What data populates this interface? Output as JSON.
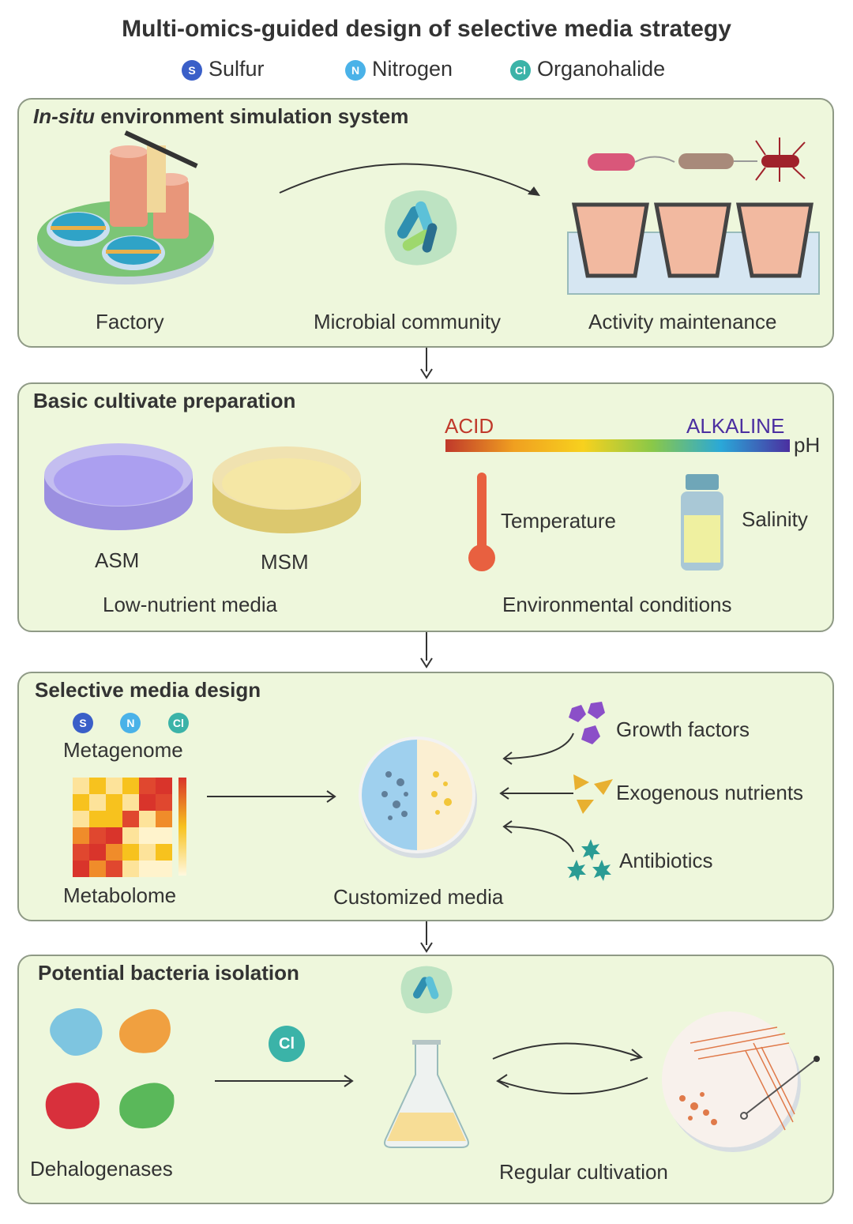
{
  "title": "Multi-omics-guided design of selective media strategy",
  "legend": [
    {
      "badge": "S",
      "label": "Sulfur",
      "color": "#3a5fc8"
    },
    {
      "badge": "N",
      "label": "Nitrogen",
      "color": "#4ab2e8"
    },
    {
      "badge": "Cl",
      "label": "Organohalide",
      "color": "#3bb3a8"
    }
  ],
  "panel1": {
    "title_italic": "In-situ",
    "title_rest": " environment simulation system",
    "labels": {
      "factory": "Factory",
      "microbial": "Microbial community",
      "activity": "Activity maintenance"
    }
  },
  "panel2": {
    "title": "Basic cultivate preparation",
    "labels": {
      "asm": "ASM",
      "msm": "MSM",
      "low_nutrient": "Low-nutrient media",
      "acid": "ACID",
      "alkaline": "ALKALINE",
      "ph": "pH",
      "temperature": "Temperature",
      "salinity": "Salinity",
      "env": "Environmental conditions"
    }
  },
  "panel3": {
    "title": "Selective media design",
    "badges": [
      "S",
      "N",
      "Cl"
    ],
    "labels": {
      "metagenome": "Metagenome",
      "metabolome": "Metabolome",
      "customized": "Customized media",
      "growth": "Growth factors",
      "exogenous": "Exogenous nutrients",
      "antibiotics": "Antibiotics"
    }
  },
  "panel4": {
    "title": "Potential bacteria isolation",
    "badge": "Cl",
    "labels": {
      "dehalogenases": "Dehalogenases",
      "regular": "Regular cultivation"
    }
  },
  "colors": {
    "panel_bg": "#eef7dc",
    "acid": "#c0392b",
    "alkaline": "#4b2fa0"
  }
}
